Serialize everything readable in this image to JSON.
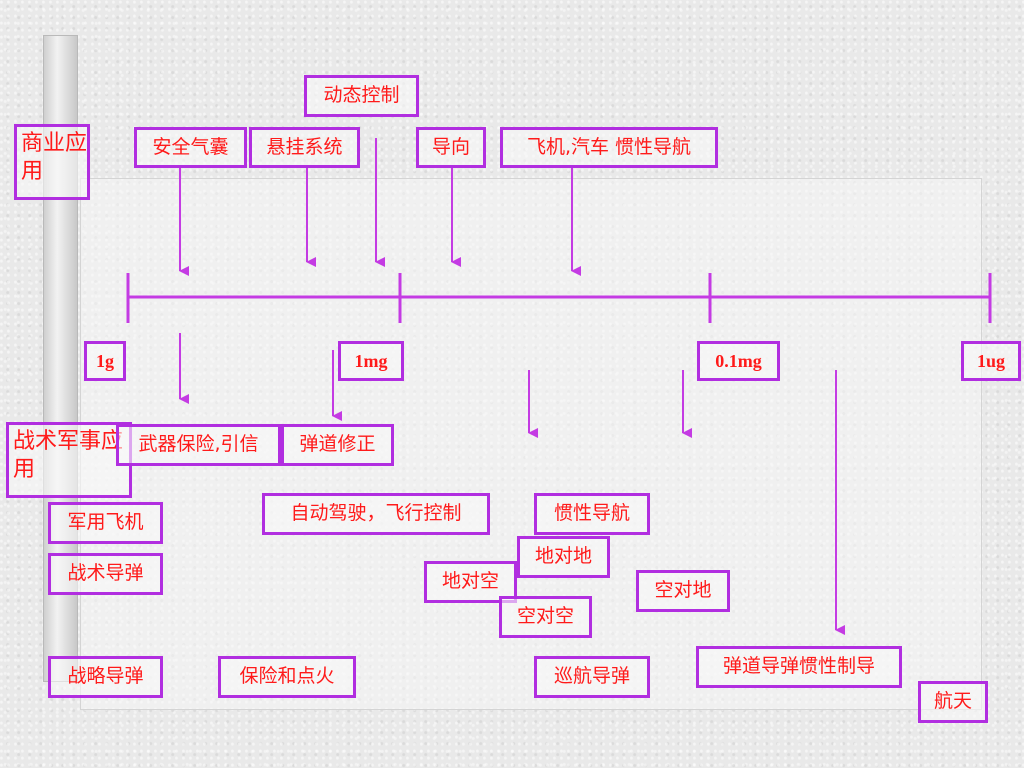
{
  "scale": {
    "ticks": [
      "1g",
      "1mg",
      "0.1mg",
      "1ug"
    ]
  },
  "categories": {
    "commercial": "商业应用",
    "military": "战术军事应用"
  },
  "labels": {
    "dynamic_control": "动态控制",
    "airbag": "安全气囊",
    "suspension": "悬挂系统",
    "guidance": "导向",
    "aircraft_car_ins": "飞机,汽车 惯性导航",
    "weapon_fuze": "武器保险,引信",
    "trajectory_correction": "弹道修正",
    "military_aircraft": "军用飞机",
    "tactical_missile": "战术导弹",
    "autopilot": "自动驾驶，飞行控制",
    "inertial_nav": "惯性导航",
    "ground_to_ground": "地对地",
    "ground_to_air": "地对空",
    "air_to_ground": "空对地",
    "air_to_air": "空对空",
    "strategic_missile": "战略导弹",
    "safety_ignition": "保险和点火",
    "cruise_missile": "巡航导弹",
    "ballistic_missile_guidance": "弹道导弹惯性制导",
    "aerospace": "航天"
  },
  "colors": {
    "line": "#c43be3",
    "box_border": "#b12ee0",
    "text": "#ff1a1a"
  }
}
